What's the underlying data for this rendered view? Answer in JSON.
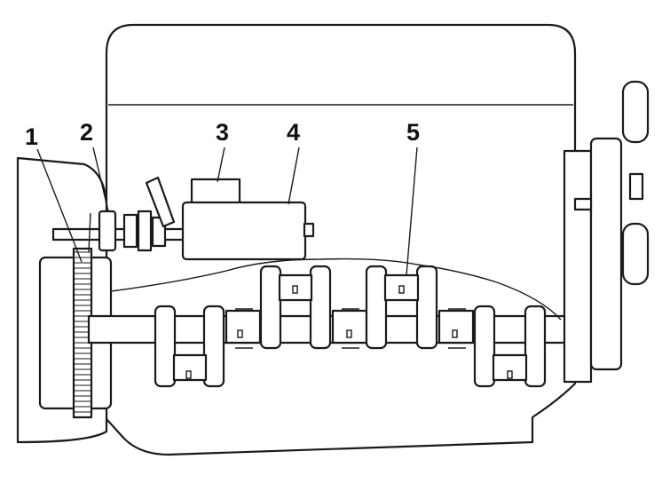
{
  "diagram": {
    "callouts": [
      {
        "id": "1",
        "text": "1"
      },
      {
        "id": "2",
        "text": "2"
      },
      {
        "id": "3",
        "text": "3"
      },
      {
        "id": "4",
        "text": "4"
      },
      {
        "id": "5",
        "text": "5"
      }
    ]
  }
}
